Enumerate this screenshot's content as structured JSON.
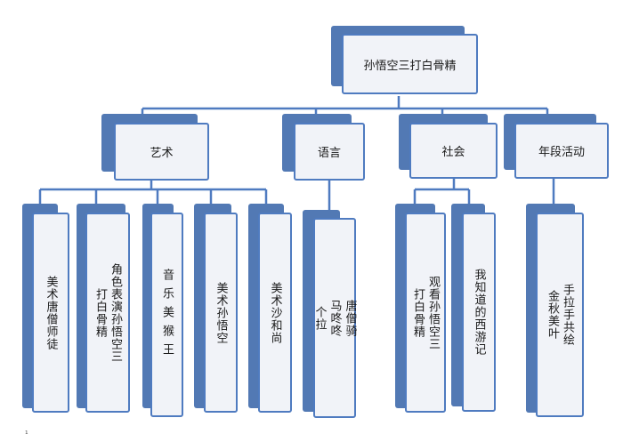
{
  "root": {
    "label": "孙悟空三打白骨精"
  },
  "categories": [
    {
      "label": "艺术",
      "items": [
        "美术唐僧师徒",
        "角色表演孙悟空三打白骨精",
        "音乐美猴王",
        "美术孙悟空",
        "美术沙和尚"
      ]
    },
    {
      "label": "语言",
      "items": [
        "唐僧骑马咚咚个拉"
      ]
    },
    {
      "label": "社会",
      "items": [
        "观看孙悟空三打白骨精",
        "我知道的西游记"
      ]
    },
    {
      "label": "年段活动",
      "items": [
        "手拉手共绘金秋美叶"
      ]
    }
  ],
  "footer_mark": "¹"
}
